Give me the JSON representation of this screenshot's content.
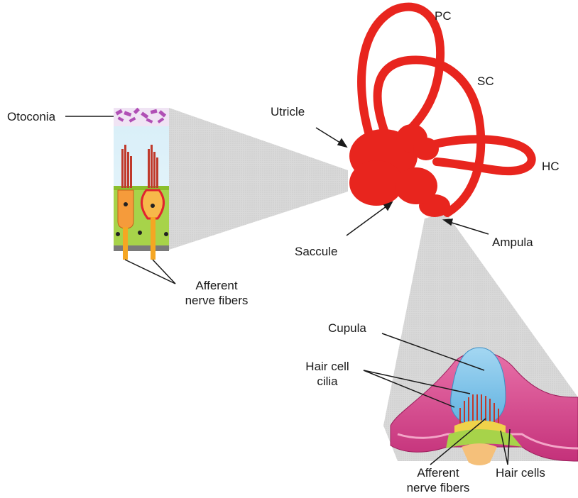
{
  "labels": {
    "otoconia": "Otoconia",
    "utricle": "Utricle",
    "saccule": "Saccule",
    "ampula": "Ampula",
    "pc": "PC",
    "sc": "SC",
    "hc": "HC",
    "afferent_left_line1": "Afferent",
    "afferent_left_line2": "nerve fibers",
    "cupula": "Cupula",
    "hair_cell_cilia_line1": "Hair cell",
    "hair_cell_cilia_line2": "cilia",
    "afferent_right_line1": "Afferent",
    "afferent_right_line2": "nerve fibers",
    "hair_cells": "Hair cells"
  },
  "colors": {
    "labyrinth_red": "#e8251e",
    "zoom_wedge": "#d6d6d6",
    "cupula_blue": "#7fc4e8",
    "crista_magenta": "#d9428c",
    "cilia_red": "#c0392b",
    "support_green": "#a7d34a",
    "nerve_orange": "#f5a623"
  }
}
